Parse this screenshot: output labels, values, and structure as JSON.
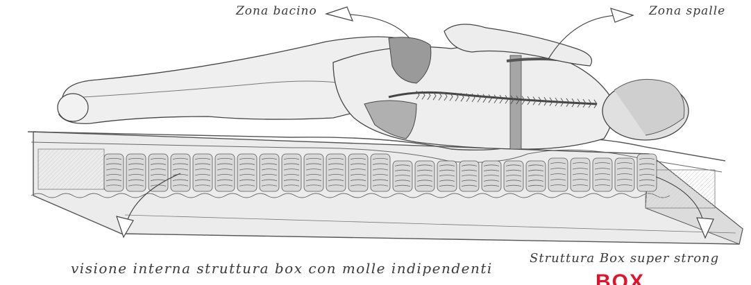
{
  "labels": {
    "pelvis_zone": "Zona bacino",
    "shoulder_zone": "Zona spalle",
    "inner_structure": "visione interna struttura box con molle indipendenti",
    "box_structure": "Struttura Box super strong"
  },
  "logo": {
    "text": "BOX",
    "color": "#e3122b"
  },
  "colors": {
    "ink": "#3a3a3a",
    "mattress": "#e9e9e9",
    "spring": "#b9b9b9",
    "body_shade": "#d4d4d4",
    "underwear": "#9a9a9a"
  },
  "icons": [
    "arrow-icon",
    "spring-icon",
    "mattress-illustration",
    "sleeping-figure-illustration",
    "spine-illustration"
  ]
}
